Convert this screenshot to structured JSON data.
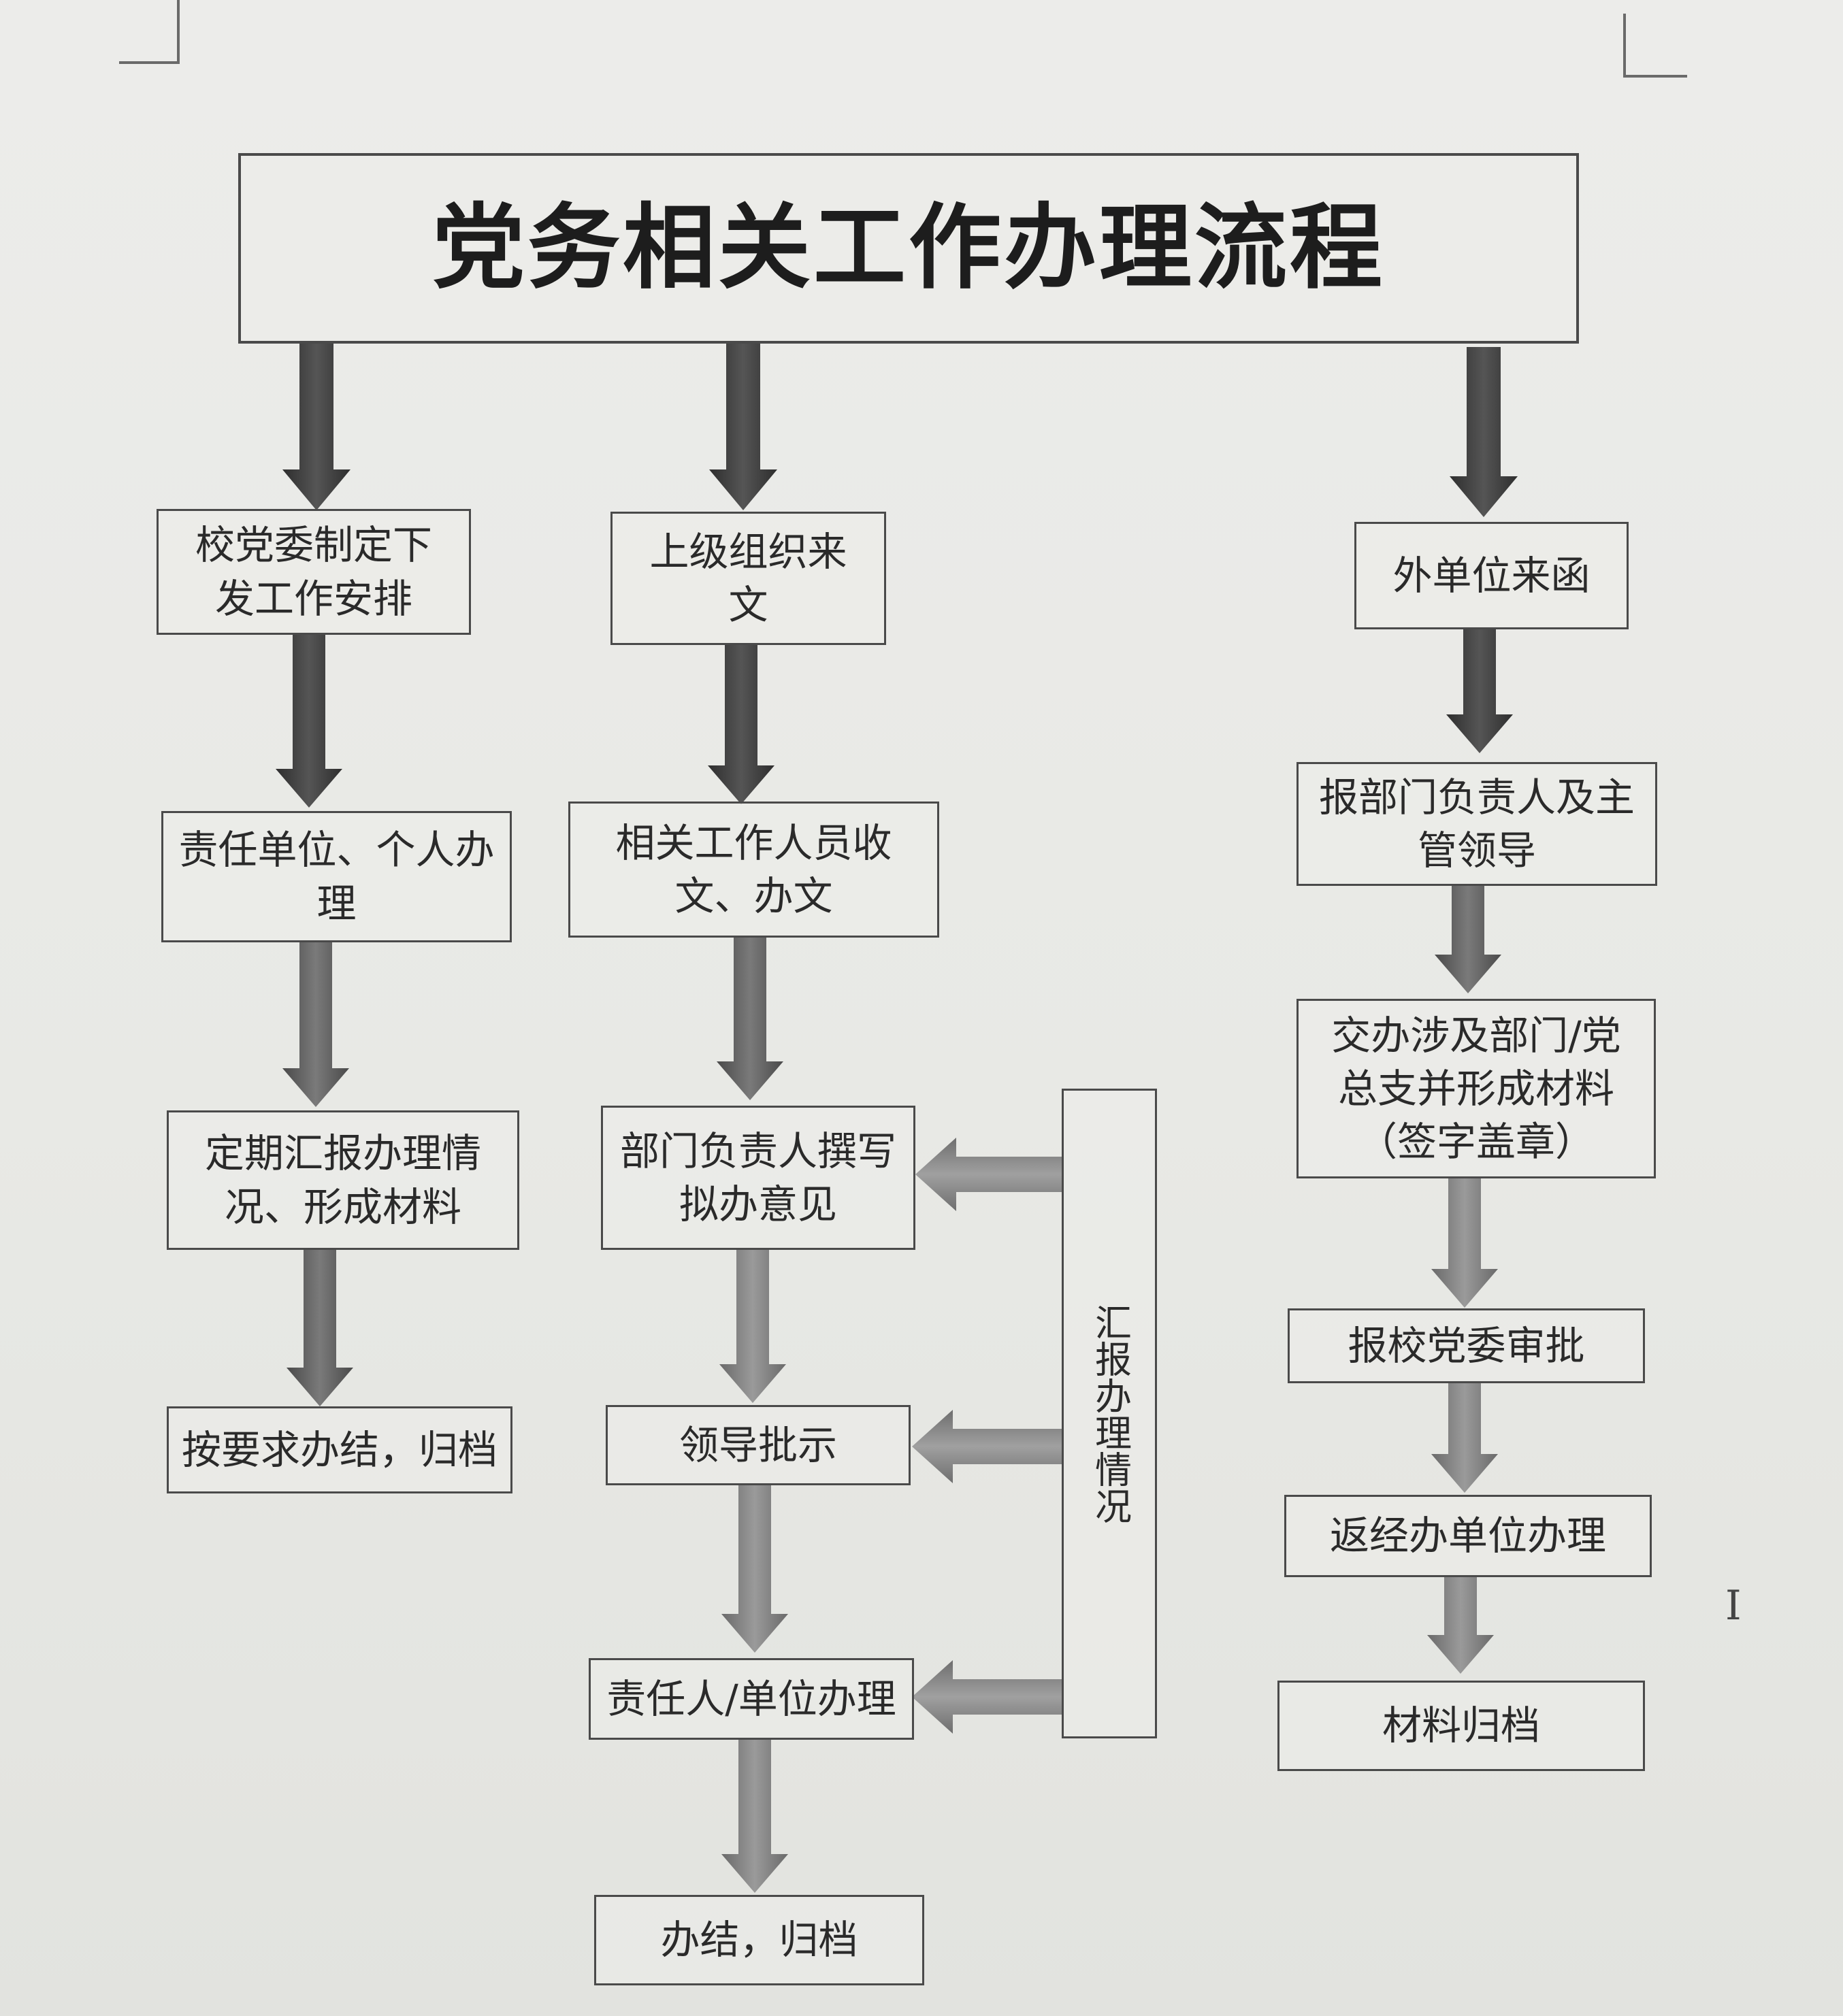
{
  "title": "党务相关工作办理流程",
  "columns": {
    "left": [
      "校党委制定下\n发工作安排",
      "责任单位、个人办\n理",
      "定期汇报办理情\n况、形成材料",
      "按要求办结，归档"
    ],
    "middle": [
      "上级组织来\n文",
      "相关工作人员收\n文、办文",
      "部门负责人撰写\n拟办意见",
      "领导批示",
      "责任人/单位办理",
      "办结，归档"
    ],
    "right": [
      "外单位来函",
      "报部门负责人及主\n管领导",
      "交办涉及部门/党\n总支并形成材料\n（签字盖章）",
      "报校党委审批",
      "返经办单位办理",
      "材料归档"
    ]
  },
  "feedback_box": "汇报办理情况"
}
